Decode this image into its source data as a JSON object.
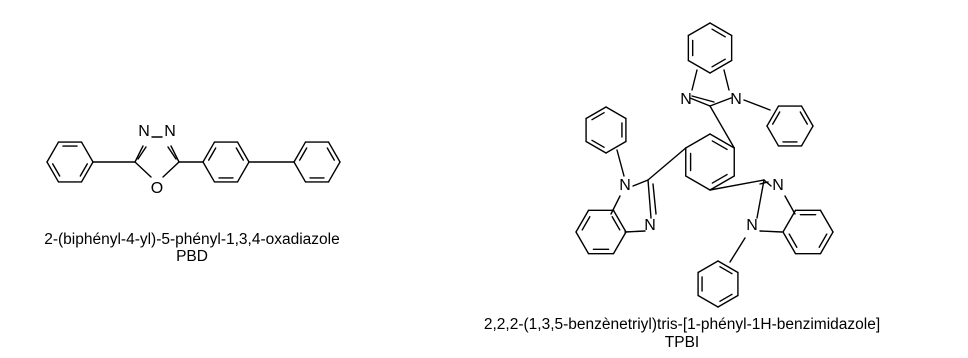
{
  "molecules": [
    {
      "name": "2-(biphényl-4-yl)-5-phényl-1,3,4-oxadiazole",
      "abbreviation": "PBD",
      "atoms": {
        "n1": "N",
        "n2": "N",
        "o": "O"
      }
    },
    {
      "name": "2,2,2-(1,3,5-benzènetriyl)tris-[1-phényl-1H-benzimidazole]",
      "abbreviation": "TPBI",
      "atoms": {
        "n_top_a": "N",
        "n_top_b": "N",
        "n_left_a": "N",
        "n_left_b": "N",
        "n_right_a": "N",
        "n_right_b": "N"
      }
    }
  ]
}
